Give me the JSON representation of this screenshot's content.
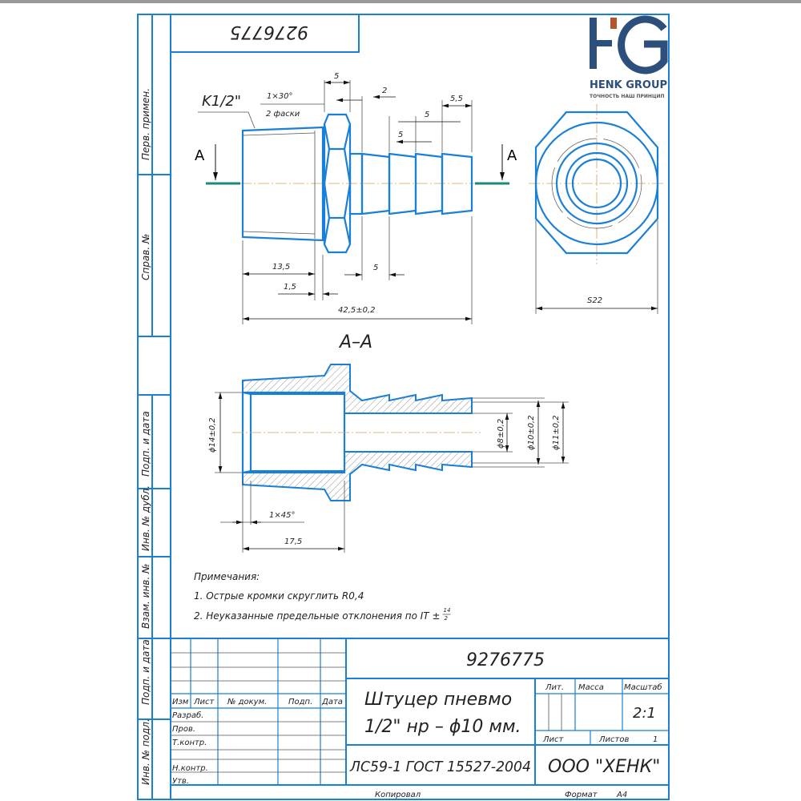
{
  "doc_number": "9276775",
  "doc_number_mirrored": "9276775",
  "logo": {
    "brand": "HENK GROUP",
    "tagline": "ТОЧНОСТЬ НАШ ПРИНЦИП",
    "mark": "HG",
    "colors": {
      "blue": "#2c4f7c",
      "orange": "#b5562a"
    }
  },
  "side_labels": [
    "Перв. примен.",
    "Справ. №",
    "Подп. и дата",
    "Инв. № дубл.",
    "Взам. инв. №",
    "Подп. и дата",
    "Инв. № подл."
  ],
  "views": {
    "section_marker": "A",
    "section_title": "A–A",
    "thread": "K1/2\"",
    "chamfer": "1×30°",
    "chamfer_count": "2 фаски",
    "dims_main": [
      "5",
      "2",
      "5,5",
      "5",
      "5",
      "13,5",
      "1,5",
      "5",
      "42,5±0,2"
    ],
    "s_size": "S22",
    "dims_section": [
      "ϕ14±0,2",
      "ϕ8±0,2",
      "ϕ10±0,2",
      "ϕ11±0,2",
      "1×45°",
      "17,5"
    ]
  },
  "notes": {
    "title": "Примечания:",
    "items": [
      "1. Острые кромки скруглить R0,4",
      "2. Неуказанные предельные отклонения по IT ±"
    ],
    "it_fraction": {
      "num": "14",
      "den": "2"
    }
  },
  "title_block": {
    "headers": [
      "Изм",
      "Лист",
      "№ докум.",
      "Подп.",
      "Дата"
    ],
    "roles": [
      "Разраб.",
      "Пров.",
      "Т.контр.",
      "",
      "Н.контр.",
      "Утв."
    ],
    "name_line1": "Штуцер пневмо",
    "name_line2": "1/2\" нр – ϕ10 мм.",
    "material": "ЛС59-1 ГОСТ 15527-2004",
    "company": "ООО \"ХЕНК\"",
    "lit_label": "Лит.",
    "mass_label": "Масса",
    "scale_label": "Масштаб",
    "scale": "2:1",
    "sheet_label": "Лист",
    "sheets_label": "Листов",
    "sheets": "1"
  },
  "footer": {
    "copied": "Копировал",
    "format_label": "Формат",
    "format": "A4"
  }
}
